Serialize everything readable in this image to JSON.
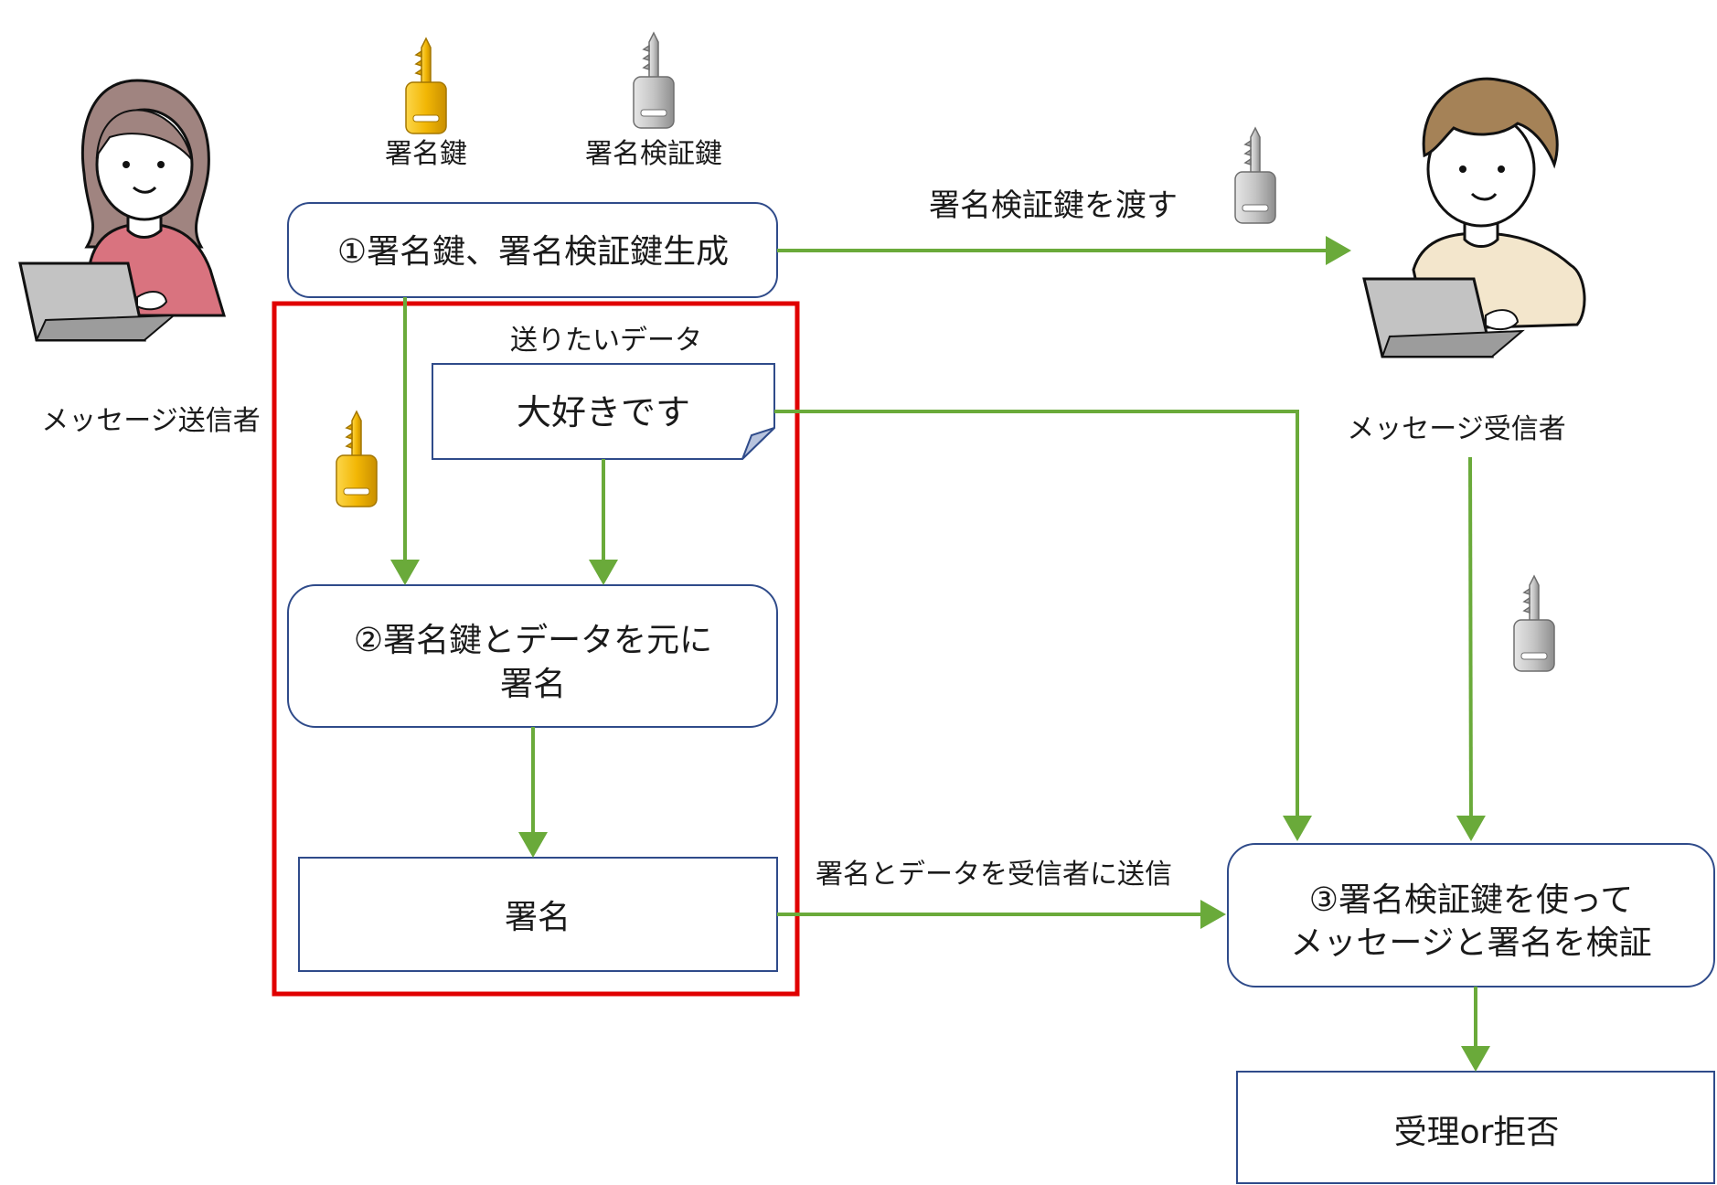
{
  "actors": {
    "sender_label": "メッセージ送信者",
    "receiver_label": "メッセージ受信者"
  },
  "keys": {
    "signing_key_label": "署名鍵",
    "verification_key_label": "署名検証鍵"
  },
  "steps": {
    "step1_label": "①署名鍵、署名検証鍵生成",
    "data_caption": "送りたいデータ",
    "data_content": "大好きです",
    "step2_line1": "②署名鍵とデータを元に",
    "step2_line2": "署名",
    "signature_label": "署名",
    "step3_line1": "③署名検証鍵を使って",
    "step3_line2": "メッセージと署名を検証",
    "result_label": "受理or拒否"
  },
  "edges": {
    "pass_key_label": "署名検証鍵を渡す",
    "send_label": "署名とデータを受信者に送信"
  },
  "colors": {
    "arrow": "#6aaa3a",
    "box_border": "#2f4b8a",
    "highlight": "#e00000",
    "gold_key": "#f2b705",
    "silver_key": "#b8b8b8",
    "sender_sweater": "#d9737f",
    "receiver_sweater": "#f3e6cc"
  }
}
